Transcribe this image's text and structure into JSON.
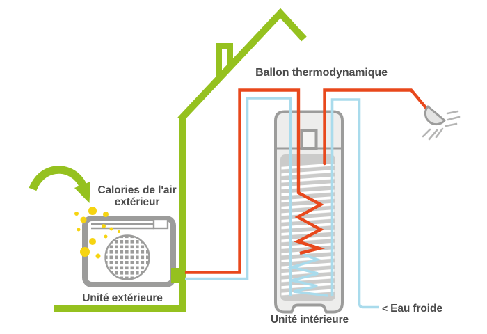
{
  "title": "Ballon thermodynamique",
  "labels": {
    "calories_line1": "Calories de l'air",
    "calories_line2": "extérieur",
    "outdoor_unit": "Unité extérieure",
    "indoor_unit": "Unité intérieure",
    "cold_water_arrow": "<",
    "cold_water": "Eau froide"
  },
  "icons": {
    "house": "house-outline-icon",
    "chimney": "chimney-icon",
    "air_intake": "curved-arrow-icon",
    "calories": "yellow-dots-icon",
    "outdoor_unit": "heat-pump-fan-unit-icon",
    "indoor_unit": "water-tank-icon",
    "heating_coil": "zigzag-coil-icon",
    "shower": "shower-head-icon"
  },
  "colors": {
    "green": "#95C11F",
    "hot_pipe_red": "#E8481C",
    "cold_pipe_blue": "#A9DBEC",
    "outline_gray": "#9C9C9B",
    "tank_fill": "#EDEDEC",
    "coil_panel_gray": "#CBCBCA",
    "calorie_yellow": "#F6D411",
    "text_gray": "#4B4B4B"
  }
}
